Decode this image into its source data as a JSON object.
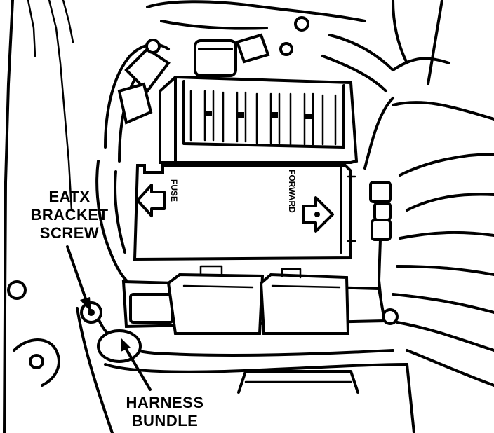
{
  "callouts": {
    "eatx": {
      "line1": "EATX",
      "line2": "BRACKET",
      "line3": "SCREW"
    },
    "harness": {
      "line1": "HARNESS",
      "line2": "BUNDLE"
    }
  },
  "module_labels": {
    "fuse": "FUSE",
    "forward": "FORWARD"
  },
  "icons": [
    "fuse-arrow-icon",
    "forward-arrow-icon",
    "callout-arrow-icon"
  ],
  "colors": {
    "ink": "#000000",
    "paper": "#ffffff"
  }
}
